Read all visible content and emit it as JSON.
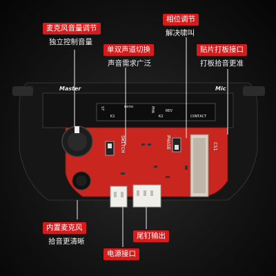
{
  "labels": {
    "mic_volume": {
      "title": "麦克风音量调节",
      "desc": "独立控制音量"
    },
    "mono_stereo": {
      "title": "单双声道切换",
      "desc": "声音需求广泛"
    },
    "phase": {
      "title": "相位调节",
      "desc": "解决啸叫"
    },
    "pickup": {
      "title": "贴片打板接口",
      "desc": "打板拾音更准"
    },
    "builtin_mic": {
      "title": "内置麦克风",
      "desc": "拾音更清晰"
    },
    "tail_out": {
      "title": "尾钉输出"
    },
    "power": {
      "title": "电源接口"
    }
  },
  "panel": {
    "master": "Master",
    "mic": "Mic",
    "k1": "K1",
    "k2": "K2",
    "mono": "mono",
    "contact": "CONTACT",
    "stereo_short": "ST",
    "pha": "PHA",
    "rev": "REV"
  },
  "pcb_text": {
    "switch": "SWITCH",
    "phase": "PHASE",
    "cs": "CS1"
  },
  "colors": {
    "tag_red": "#d41c1c",
    "pcb_red": "#c8261f",
    "housing": "#1a1a1a"
  }
}
